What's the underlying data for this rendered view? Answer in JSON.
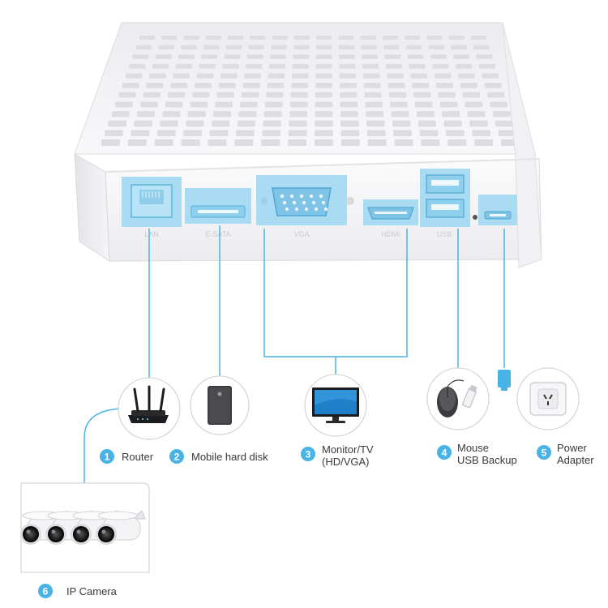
{
  "palette": {
    "accent": "#4ab3e6",
    "port_highlight": "#a9dcf3",
    "device_body": "#f4f4f6",
    "device_shadow": "#d9dade",
    "line": "#4ab3e6",
    "text": "#3a3a3a"
  },
  "device": {
    "ports": [
      {
        "id": "lan",
        "caption": "LAN"
      },
      {
        "id": "esata",
        "caption": "E-SATA"
      },
      {
        "id": "vga",
        "caption": "VGA"
      },
      {
        "id": "hdmi",
        "caption": "HDMI"
      },
      {
        "id": "usb",
        "caption": "USB"
      },
      {
        "id": "power",
        "caption": ""
      }
    ]
  },
  "peripherals": [
    {
      "number": "1",
      "lines": [
        "Router"
      ],
      "icon": "router-icon"
    },
    {
      "number": "2",
      "lines": [
        "Mobile hard disk"
      ],
      "icon": "hard-disk-icon"
    },
    {
      "number": "3",
      "lines": [
        "Monitor/TV",
        "(HD/VGA)"
      ],
      "icon": "monitor-icon"
    },
    {
      "number": "4",
      "lines": [
        "Mouse",
        "USB Backup"
      ],
      "icon": "mouse-usb-icon"
    },
    {
      "number": "5",
      "lines": [
        "Power",
        "Adapter"
      ],
      "icon": "power-outlet-icon"
    },
    {
      "number": "6",
      "lines": [
        "IP Camera"
      ],
      "icon": "ip-camera-icon"
    }
  ]
}
